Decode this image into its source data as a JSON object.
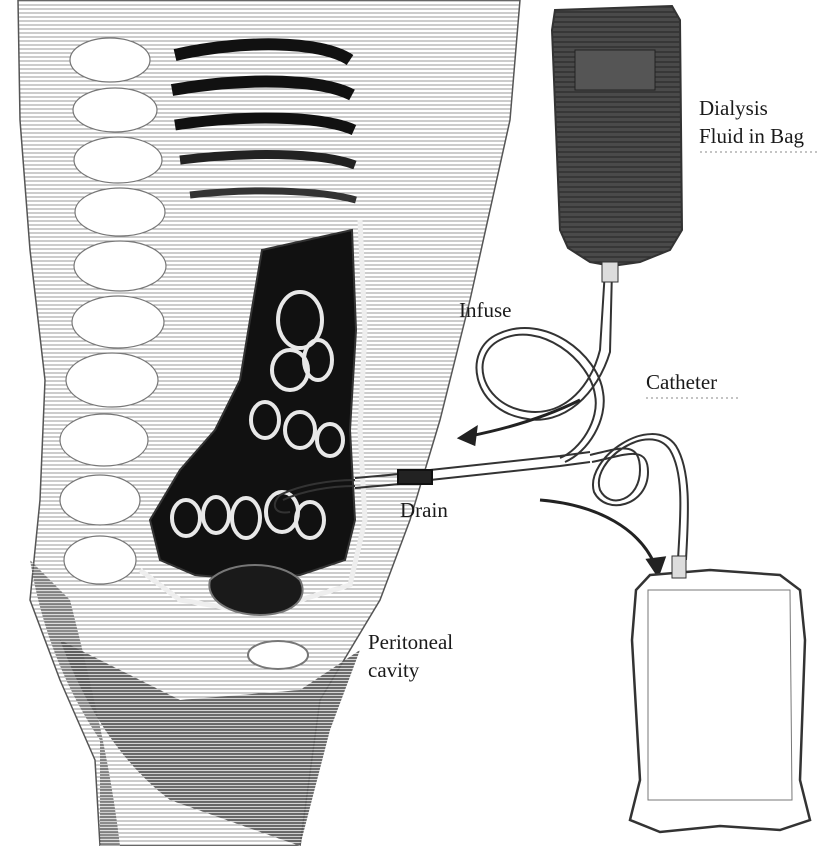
{
  "labels": {
    "bag_line1": "Dialysis",
    "bag_line2": "Fluid in Bag",
    "infuse": "Infuse",
    "catheter": "Catheter",
    "drain": "Drain",
    "cavity_line1": "Peritoneal",
    "cavity_line2": "cavity"
  },
  "colors": {
    "ink": "#1a1a1a",
    "bag_fill": "#3a3a3a",
    "cavity_fill": "#111111",
    "background": "#ffffff"
  }
}
